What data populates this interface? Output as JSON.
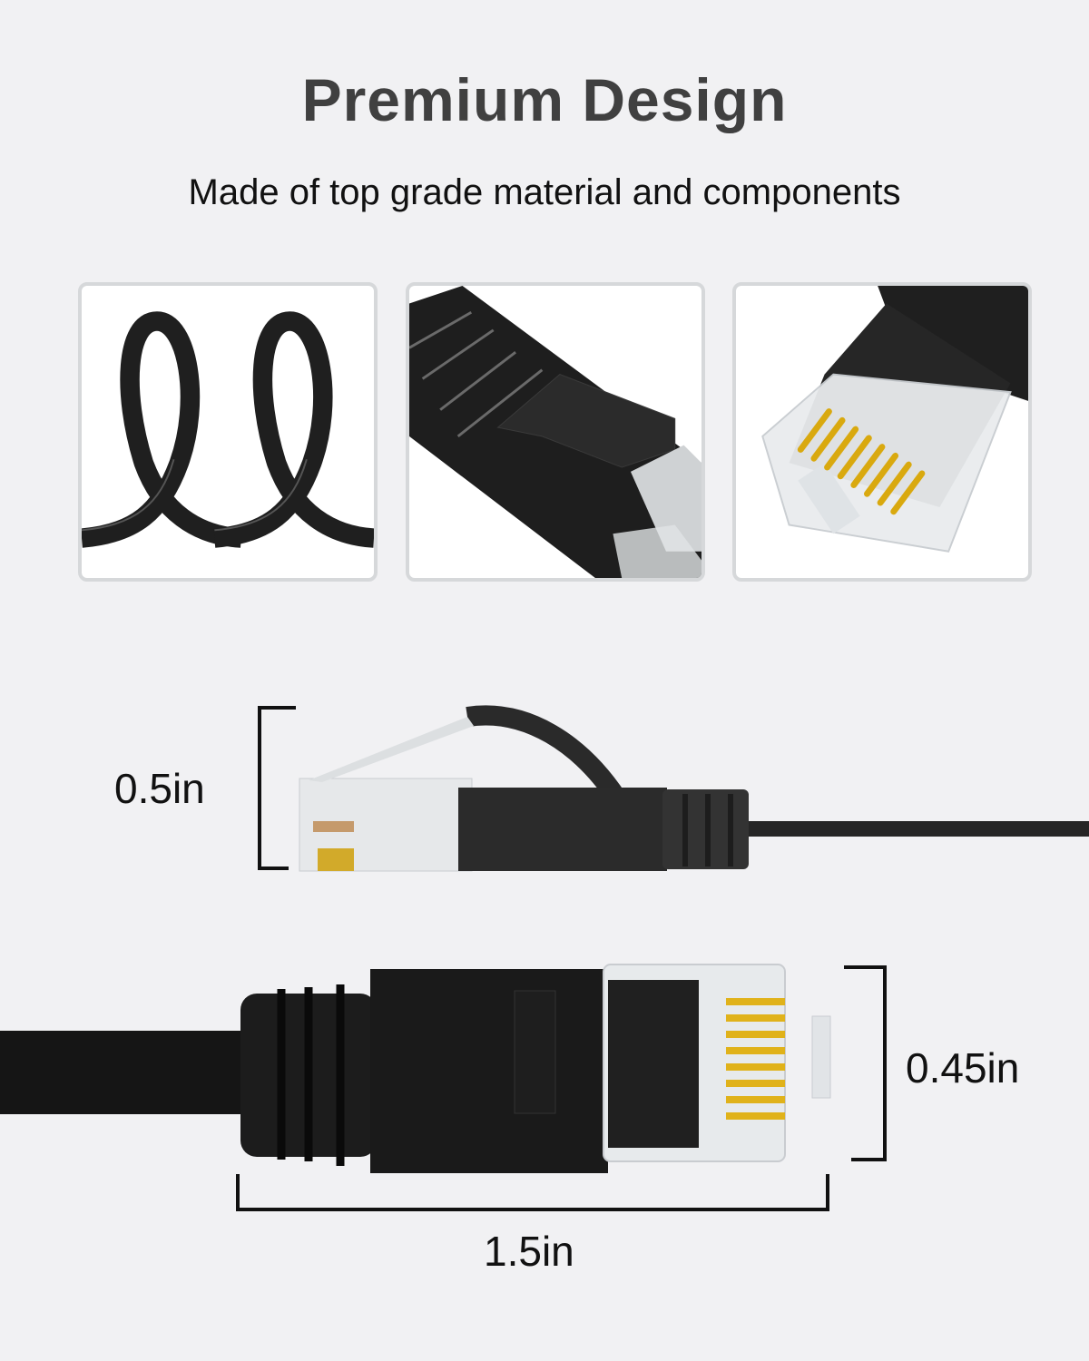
{
  "header": {
    "title": "Premium Design",
    "subtitle": "Made of top grade material and components"
  },
  "panels": [
    {
      "name": "flat-cable-coil",
      "depicts": "flat black cable curled in two loops"
    },
    {
      "name": "connector-boot-closeup",
      "depicts": "black snagless boot with latch protector"
    },
    {
      "name": "rj45-plug-closeup",
      "depicts": "transparent RJ45 plug with 8 gold pins"
    }
  ],
  "dimensions": {
    "height_side": "0.5in",
    "height_front": "0.45in",
    "length": "1.5in"
  },
  "colors": {
    "background": "#f1f1f3",
    "title": "#404040",
    "cable": "#1c1c1c",
    "gold_pins": "#e0b21a",
    "panel_border": "#d6d8da"
  }
}
